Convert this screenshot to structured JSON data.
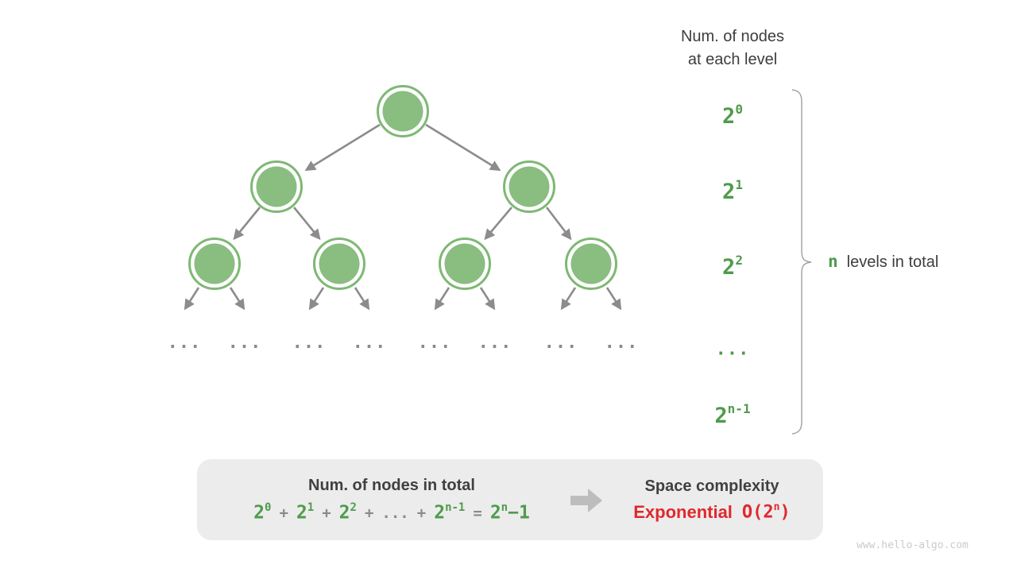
{
  "page": {
    "watermark": "www.hello-algo.com",
    "background": "#ffffff"
  },
  "colors": {
    "node_green_fill": "#8abd80",
    "node_green_ring": "#7eb874",
    "green_text": "#4f9b4b",
    "arrow_gray": "#8c8c8c",
    "dark_text": "#3d3d3d",
    "red": "#e0282e",
    "box_bg": "#ececec",
    "block_arrow_gray": "#bdbdbd",
    "brace_gray": "#a0a0a0",
    "watermark_gray": "#cbcbcb"
  },
  "right_panel": {
    "header_line1": "Num. of nodes",
    "header_line2": "at each level",
    "levels": [
      {
        "base": "2",
        "sup": "0"
      },
      {
        "base": "2",
        "sup": "1"
      },
      {
        "base": "2",
        "sup": "2"
      },
      {
        "base": "...",
        "sup": ""
      },
      {
        "base": "2",
        "sup": "n-1"
      }
    ],
    "annotation": {
      "variable": "n",
      "text": "levels in total"
    }
  },
  "tree": {
    "ellipsis": "..."
  },
  "summary_box": {
    "left_title": "Num. of nodes in total",
    "formula_tokens": [
      {
        "text": "2",
        "sup": "0"
      },
      {
        "text": "+"
      },
      {
        "text": "2",
        "sup": "1"
      },
      {
        "text": "+"
      },
      {
        "text": "2",
        "sup": "2"
      },
      {
        "text": "+"
      },
      {
        "text": "..."
      },
      {
        "text": "+"
      },
      {
        "text": "2",
        "sup": "n-1"
      },
      {
        "text": "="
      },
      {
        "text": "2",
        "sup": "n",
        "tail": "−1"
      }
    ],
    "right_title": "Space complexity",
    "complexity_word": "Exponential",
    "big_o": {
      "prefix": "O(2",
      "sup": "n",
      "suffix": ")"
    }
  }
}
